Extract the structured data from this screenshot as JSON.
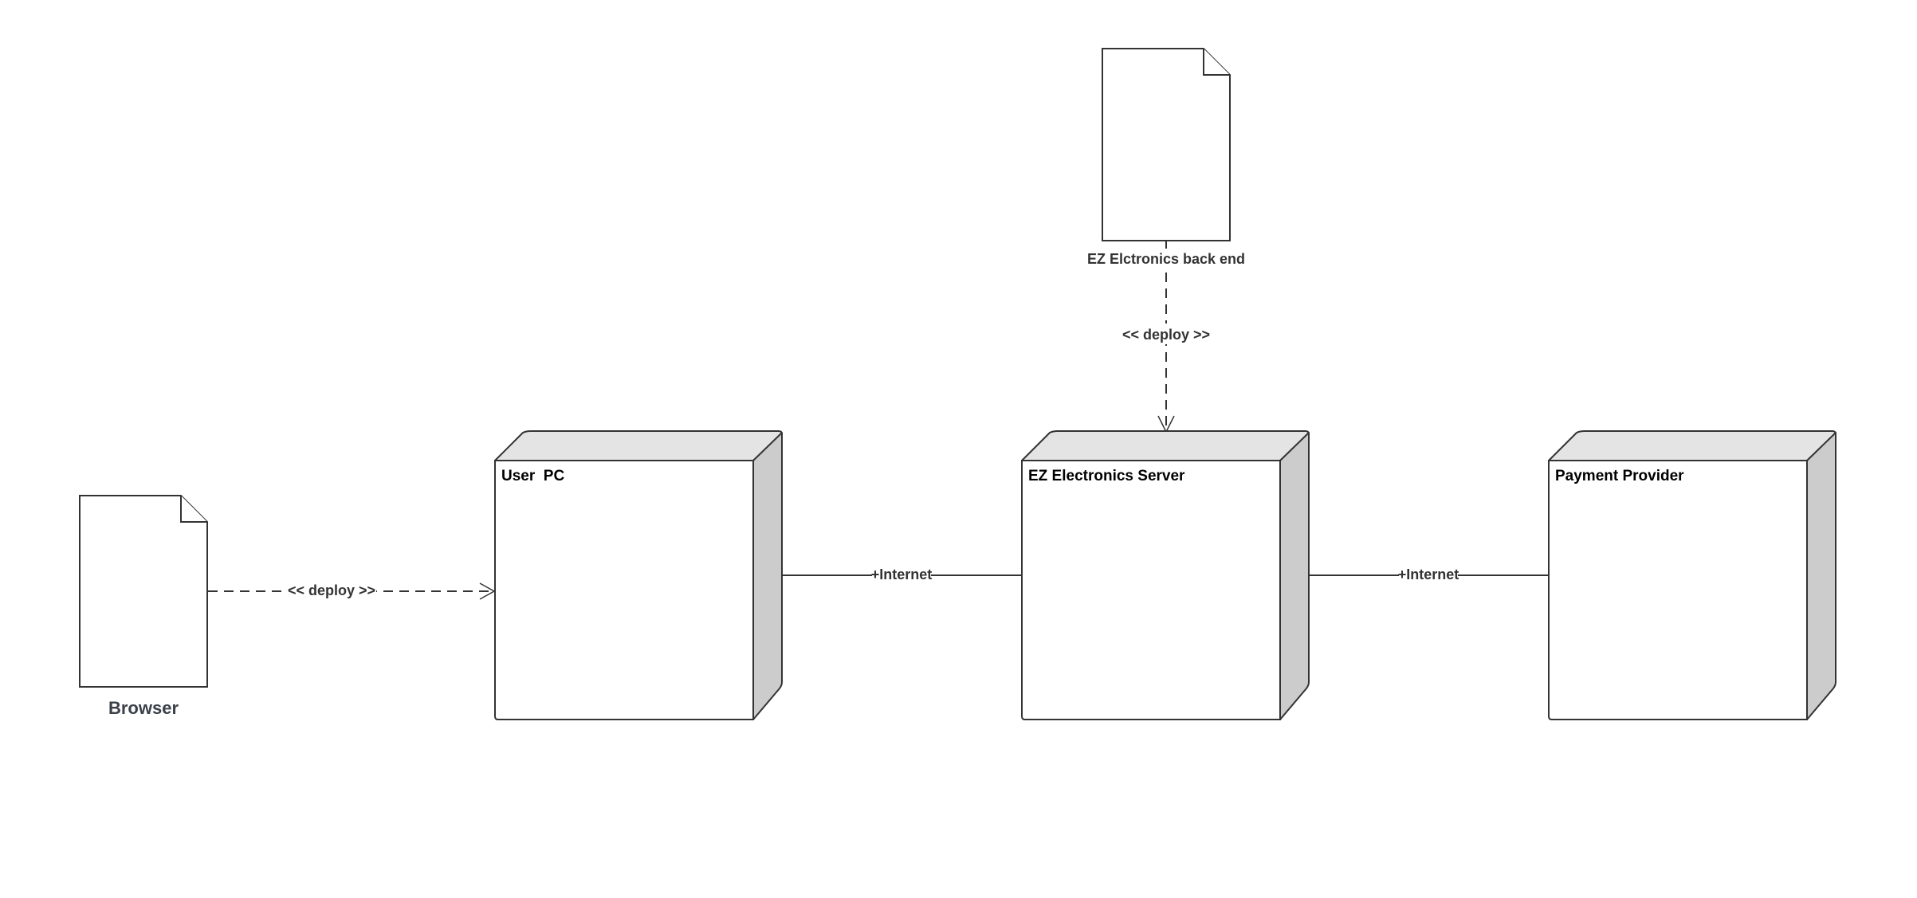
{
  "nodes": {
    "user_pc": {
      "label": "User  PC"
    },
    "ez_server": {
      "label": "EZ Electronics Server"
    },
    "payment_provider": {
      "label": "Payment Provider"
    }
  },
  "artifacts": {
    "browser": {
      "label": "Browser"
    },
    "backend": {
      "label": "EZ Elctronics back end"
    }
  },
  "connections": {
    "browser_deploy": {
      "label": "<< deploy >>"
    },
    "backend_deploy": {
      "label": "<< deploy >>"
    },
    "pc_server": {
      "label": "+Internet"
    },
    "server_payment": {
      "label": "+Internet"
    }
  },
  "colors": {
    "stroke": "#333333",
    "node_top": "#e4e4e4",
    "node_side": "#cccccc",
    "background": "#ffffff"
  }
}
